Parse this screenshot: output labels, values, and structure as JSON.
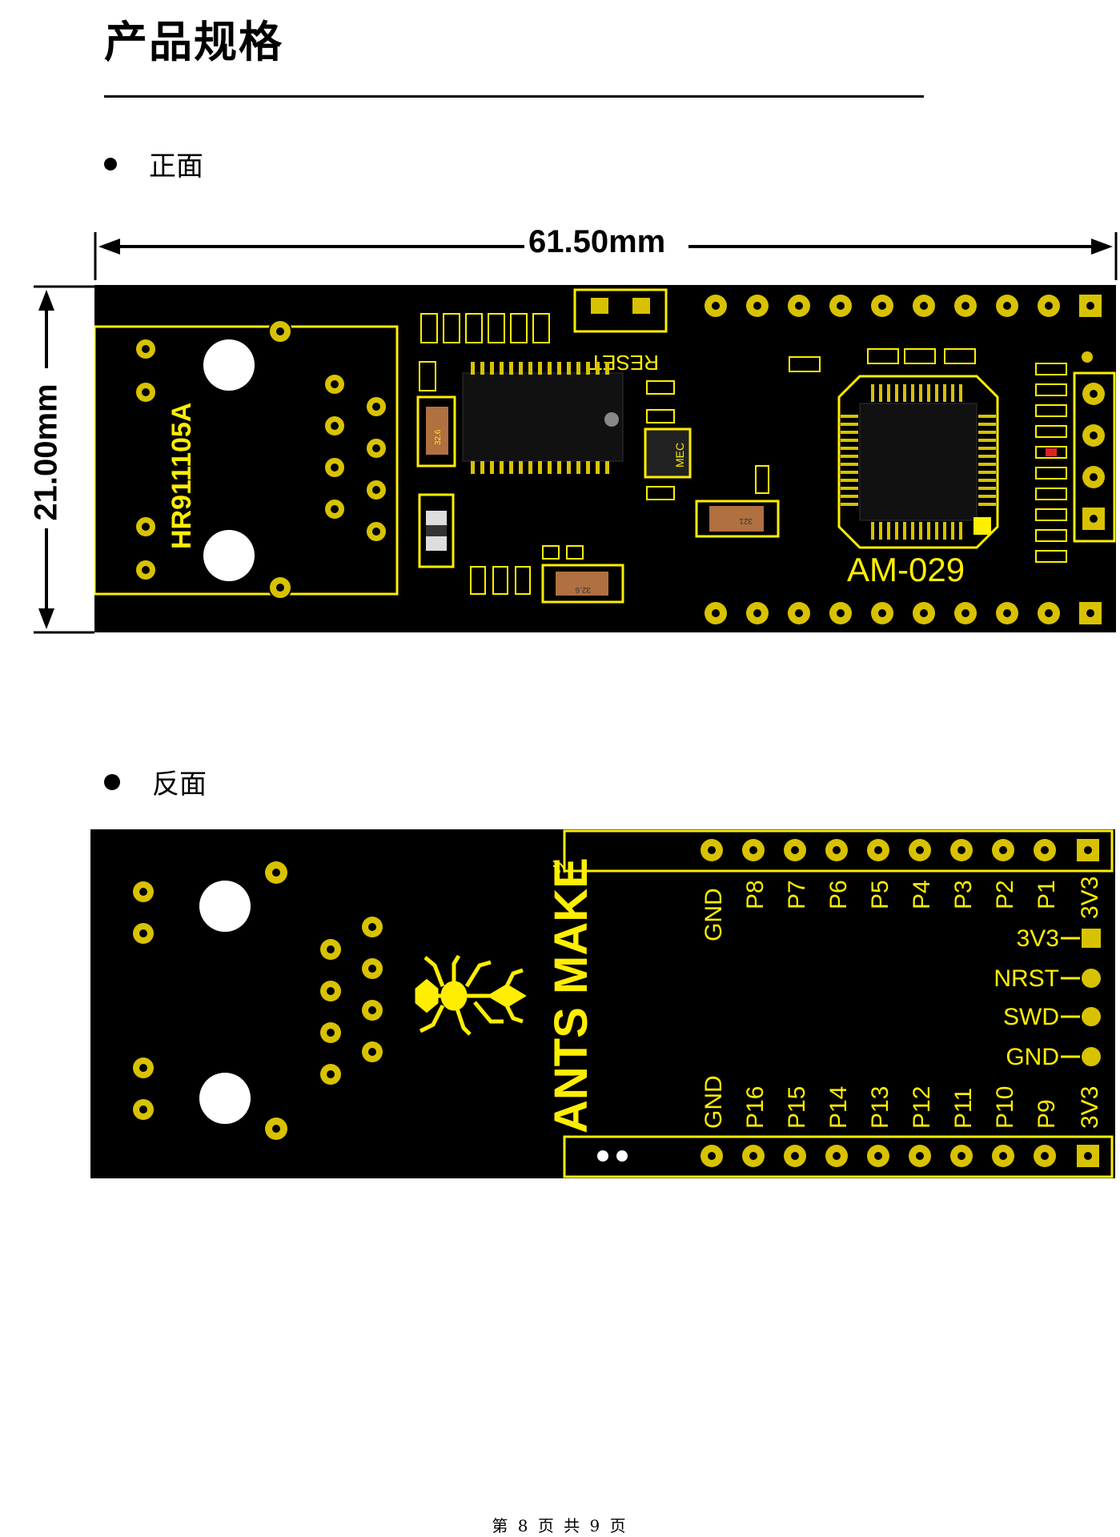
{
  "page": {
    "title": "产品规格",
    "footer": "第 8 页 共 9 页"
  },
  "colors": {
    "pcb": "#000000",
    "silkscreen": "#ffee00",
    "pad_gold": "#d8c200",
    "text": "#000000"
  },
  "front": {
    "heading": "正面",
    "width_label": "61.50mm",
    "height_label": "21.00mm",
    "connector_label": "HR911105A",
    "reset_label": "RESET",
    "model_label": "AM-029",
    "crystal_label": "MEC",
    "cap_label_1": "32.6",
    "cap_label_2": "32.6",
    "cap_label_3": "321"
  },
  "back": {
    "heading": "反面",
    "brand_label": "ANTS MAKE",
    "top_row_labels": [
      "GND",
      "P8",
      "P7",
      "P6",
      "P5",
      "P4",
      "P3",
      "P2",
      "P1",
      "3V3"
    ],
    "bottom_row_labels": [
      "GND",
      "P16",
      "P15",
      "P14",
      "P13",
      "P12",
      "P11",
      "P10",
      "P9",
      "3V3"
    ],
    "side_labels": [
      "3V3",
      "NRST",
      "SWD",
      "GND"
    ]
  }
}
